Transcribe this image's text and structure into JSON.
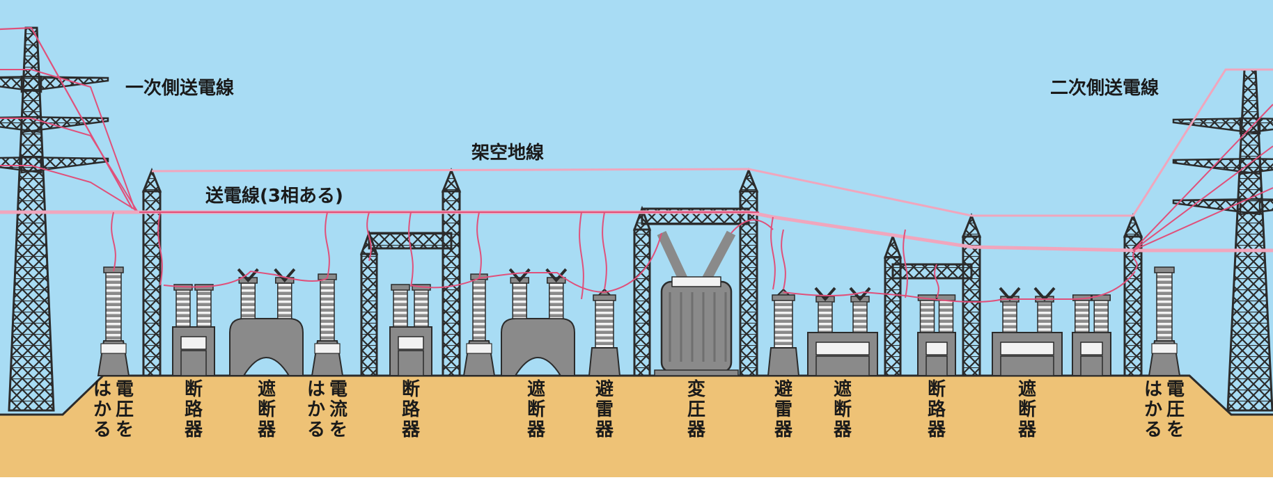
{
  "labels": {
    "primary_line": "一次側送電線",
    "secondary_line": "二次側送電線",
    "ground_wire": "架空地線",
    "transmission_line": "送電線(3相ある)"
  },
  "equipment": [
    {
      "label": "電圧をはかる",
      "col1": "電圧を",
      "col2": "はかる"
    },
    {
      "label": "断路器"
    },
    {
      "label": "遮断器"
    },
    {
      "label": "電流をはかる",
      "col1": "電流を",
      "col2": "はかる"
    },
    {
      "label": "断路器"
    },
    {
      "label": "遮断器"
    },
    {
      "label": "避雷器"
    },
    {
      "label": "変圧器"
    },
    {
      "label": "避雷器"
    },
    {
      "label": "遮断器"
    },
    {
      "label": "断路器"
    },
    {
      "label": "遮断器"
    },
    {
      "label": "電圧をはかる",
      "col1": "電圧を",
      "col2": "はかる"
    }
  ],
  "colors": {
    "sky": "#a8dcf4",
    "ground": "#eec276",
    "wire": "#e0507a",
    "ground_wire": "#f0a6bd",
    "steel": "#2b2b2b",
    "equipment": "#8a8a8a",
    "equipment_band": "#f2f2f2"
  }
}
